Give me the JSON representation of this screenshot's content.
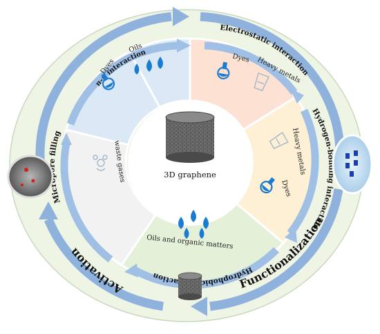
{
  "center": {
    "title": "3D graphene"
  },
  "segments": {
    "pi": {
      "title": "π-π interaction",
      "items": [
        "Dyes",
        "Oils"
      ]
    },
    "electrostatic": {
      "title": "Electrostatic interaction",
      "items": [
        "Dyes",
        "Heavy metals"
      ]
    },
    "hydrogen": {
      "title": "Hydrogen-bonding interaction",
      "items": [
        "Heavy metals",
        "Dyes"
      ]
    },
    "hydrophobic": {
      "title": "Hydrophobic interaction",
      "items": [
        "Oils and organic matters"
      ]
    },
    "micropore": {
      "title": "Micropore filling",
      "items": [
        "waste gases"
      ]
    }
  },
  "outer": {
    "left": "Activation",
    "right": "Functionalization"
  },
  "colors": {
    "ring_outer": "#eef5e4",
    "arrow_blue": "#8fb2dc",
    "seg_pi": "#dbe9f7",
    "seg_electro": "#fde2d4",
    "seg_hydrogen": "#fdf0d4",
    "seg_hydrophobic": "#e4f0d8",
    "seg_micropore": "#f2f2f2",
    "drop_blue": "#1a7bd0",
    "gray_cyl": "#6b6b6b"
  },
  "icons": [
    "beaker-icon",
    "droplets-icon",
    "flask-icon",
    "gas-icon",
    "graphene-cylinder",
    "sem-image",
    "functionalized-graphene"
  ]
}
